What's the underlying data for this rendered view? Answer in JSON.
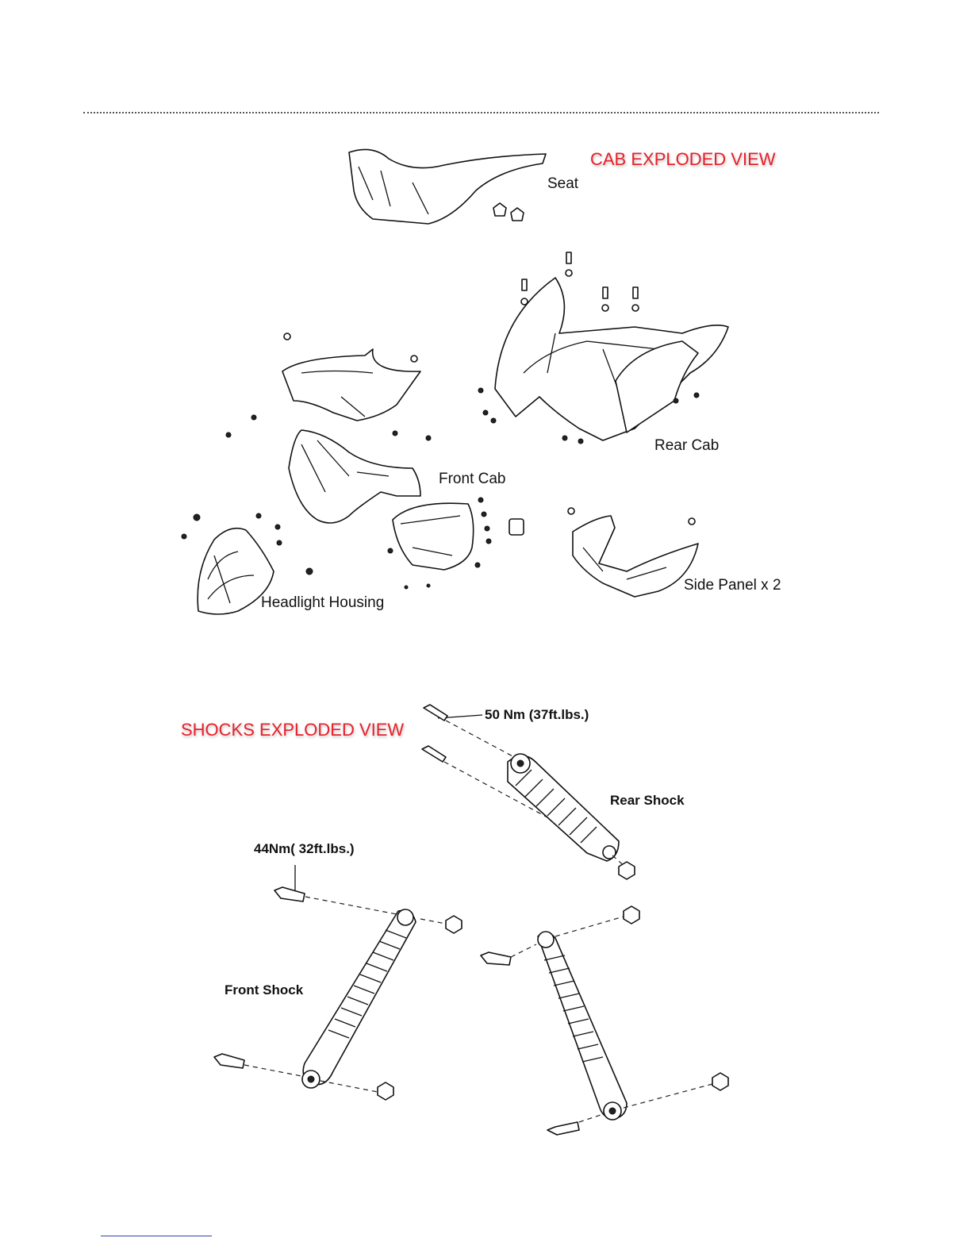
{
  "cab": {
    "title": "CAB EXPLODED VIEW",
    "labels": {
      "seat": "Seat",
      "rear_cab": "Rear Cab",
      "front_cab": "Front Cab",
      "side_panel": "Side Panel x 2",
      "headlight_housing": "Headlight Housing"
    }
  },
  "shocks": {
    "title": "SHOCKS EXPLODED VIEW",
    "labels": {
      "rear_torque": "50 Nm (37ft.lbs.)",
      "rear_shock": "Rear Shock",
      "front_torque": "44Nm( 32ft.lbs.)",
      "front_shock": "Front Shock"
    }
  }
}
